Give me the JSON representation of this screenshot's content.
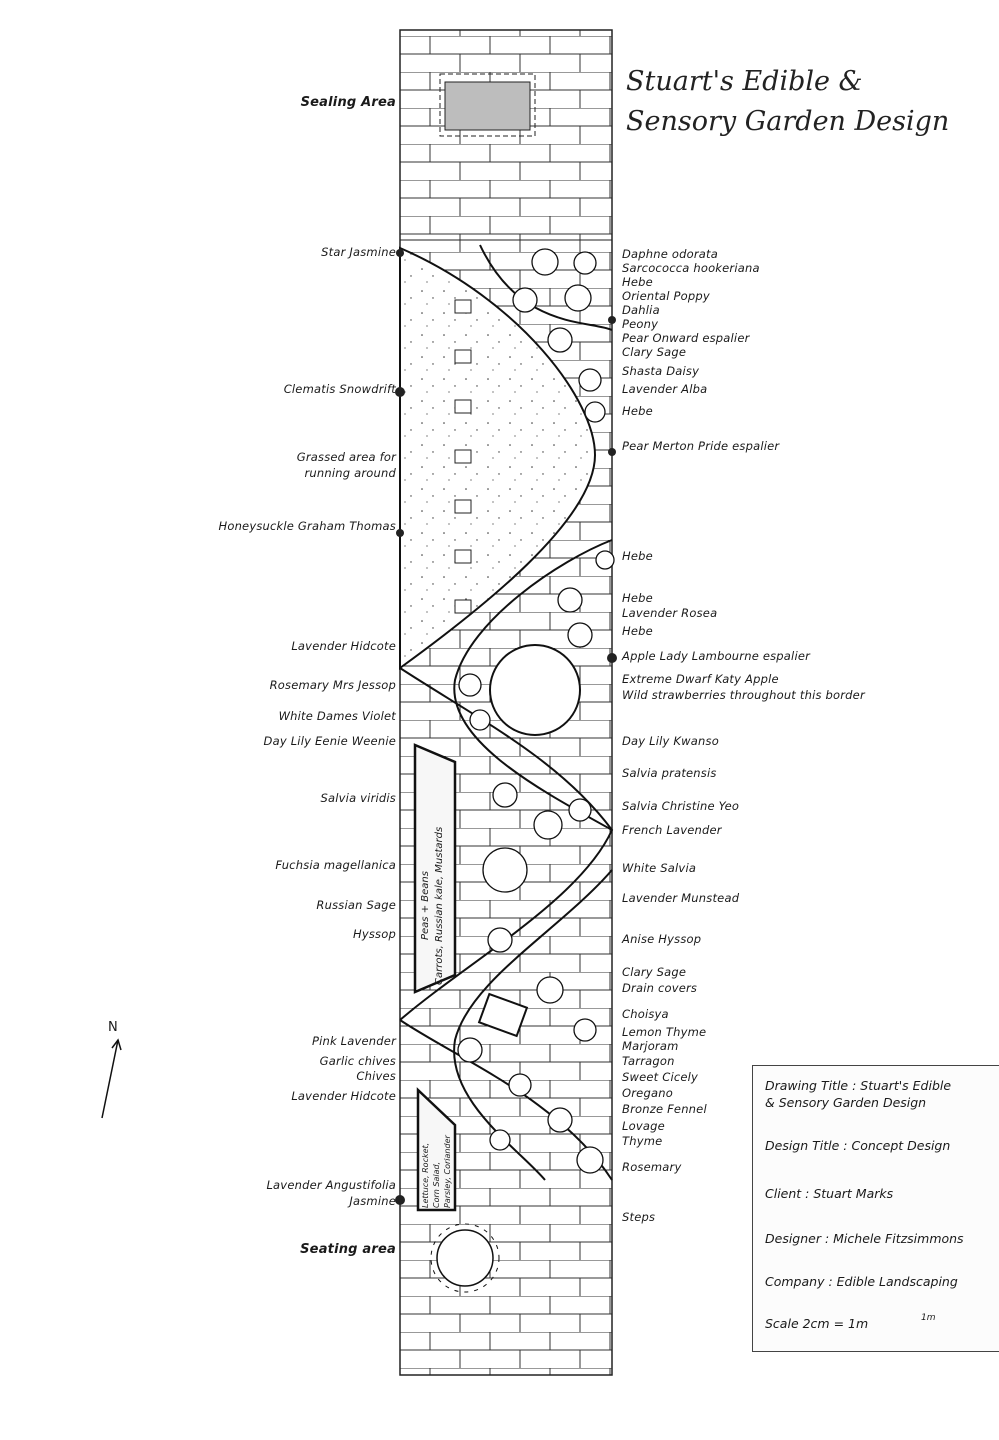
{
  "title": {
    "line1": "Stuart's Edible &",
    "line2": "Sensory Garden Design"
  },
  "left_labels": [
    "Sealing Area",
    "Star Jasmine",
    "Clematis Snowdrift",
    "Grassed area for",
    "running around",
    "Honeysuckle Graham Thomas",
    "Lavender Hidcote",
    "Rosemary Mrs Jessop",
    "White Dames Violet",
    "Day Lily Eenie Weenie",
    "Salvia viridis",
    "Fuchsia magellanica",
    "Russian Sage",
    "Hyssop",
    "Pink Lavender",
    "Garlic chives",
    "Chives",
    "Lavender Hidcote",
    "Lavender Angustifolia",
    "Jasmine",
    "Seating area"
  ],
  "right_labels": [
    "Daphne odorata",
    "Sarcococca hookeriana",
    "Hebe",
    "Oriental Poppy",
    "Dahlia",
    "Peony",
    "Pear Onward espalier",
    "Clary Sage",
    "Shasta Daisy",
    "Lavender Alba",
    "Hebe",
    "Pear Merton Pride espalier",
    "Hebe",
    "Hebe",
    "Lavender Rosea",
    "Hebe",
    "Apple Lady Lambourne espalier",
    "Extreme Dwarf Katy Apple",
    "Wild strawberries throughout this border",
    "Day Lily Kwanso",
    "Salvia pratensis",
    "Salvia Christine Yeo",
    "French Lavender",
    "White Salvia",
    "Lavender Munstead",
    "Anise Hyssop",
    "Clary Sage",
    "Drain covers",
    "Choisya",
    "Lemon Thyme",
    "Marjoram",
    "Tarragon",
    "Sweet Cicely",
    "Oregano",
    "Bronze Fennel",
    "Lovage",
    "Thyme",
    "Rosemary",
    "Steps"
  ],
  "beds": {
    "veg_line1": "Peas + Beans",
    "veg_line2": "Carrots, Russian kale, Mustards",
    "salad_line1": "Lettuce, Rocket,",
    "salad_line2": "Corn Salad,",
    "salad_line3": "Parsley, Coriander"
  },
  "north_label": "N",
  "title_block": {
    "drawing_title_1": "Drawing Title : Stuart's Edible",
    "drawing_title_2": "& Sensory Garden Design",
    "design_title": "Design Title : Concept Design",
    "client": "Client : Stuart Marks",
    "designer": "Designer : Michele Fitzsimmons",
    "company": "Company : Edible Landscaping",
    "scale": "Scale 2cm = 1m",
    "scale_bar_label": "1m"
  },
  "colors": {
    "ink": "#1a1a1a",
    "paper": "#ffffff",
    "seat": "#bdbdbd"
  }
}
